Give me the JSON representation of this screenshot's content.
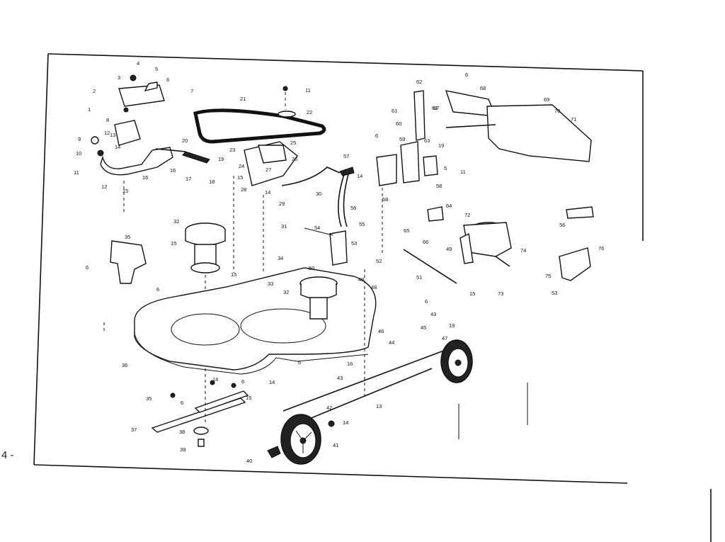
{
  "page_number": "4 -",
  "callouts": [
    {
      "id": "c1",
      "text": "1"
    },
    {
      "id": "c2",
      "text": "2"
    },
    {
      "id": "c3",
      "text": "3"
    },
    {
      "id": "c4",
      "text": "4"
    },
    {
      "id": "c5",
      "text": "5"
    },
    {
      "id": "c6a",
      "text": "6"
    },
    {
      "id": "c7",
      "text": "7"
    },
    {
      "id": "c8",
      "text": "8"
    },
    {
      "id": "c9",
      "text": "9"
    },
    {
      "id": "c10",
      "text": "10"
    },
    {
      "id": "c11a",
      "text": "11"
    },
    {
      "id": "c12a",
      "text": "12"
    },
    {
      "id": "c12b",
      "text": "12"
    },
    {
      "id": "c13",
      "text": "13"
    },
    {
      "id": "c14a",
      "text": "14"
    },
    {
      "id": "c15a",
      "text": "15"
    },
    {
      "id": "c16a",
      "text": "16"
    },
    {
      "id": "c16b",
      "text": "16"
    },
    {
      "id": "c17",
      "text": "17"
    },
    {
      "id": "c18",
      "text": "18"
    },
    {
      "id": "c19a",
      "text": "19"
    },
    {
      "id": "c20",
      "text": "20"
    },
    {
      "id": "c11b",
      "text": "11"
    },
    {
      "id": "c21",
      "text": "21"
    },
    {
      "id": "c22",
      "text": "22"
    },
    {
      "id": "c23",
      "text": "23"
    },
    {
      "id": "c24",
      "text": "24"
    },
    {
      "id": "c25",
      "text": "25"
    },
    {
      "id": "c26",
      "text": "26"
    },
    {
      "id": "c27",
      "text": "27"
    },
    {
      "id": "c28",
      "text": "28"
    },
    {
      "id": "c29",
      "text": "29"
    },
    {
      "id": "c30",
      "text": "30"
    },
    {
      "id": "c31",
      "text": "31"
    },
    {
      "id": "c15b",
      "text": "15"
    },
    {
      "id": "c14b",
      "text": "14"
    },
    {
      "id": "c61a",
      "text": "61"
    },
    {
      "id": "c62",
      "text": "62"
    },
    {
      "id": "c61b",
      "text": "61"
    },
    {
      "id": "c60",
      "text": "60"
    },
    {
      "id": "c6b",
      "text": "6"
    },
    {
      "id": "c59",
      "text": "59"
    },
    {
      "id": "c63",
      "text": "63"
    },
    {
      "id": "c19b",
      "text": "19"
    },
    {
      "id": "c57",
      "text": "57"
    },
    {
      "id": "c14c",
      "text": "14"
    },
    {
      "id": "c58a",
      "text": "58"
    },
    {
      "id": "c58b",
      "text": "58"
    },
    {
      "id": "c11c",
      "text": "11"
    },
    {
      "id": "c5b",
      "text": "5"
    },
    {
      "id": "c6c",
      "text": "6"
    },
    {
      "id": "c68",
      "text": "68"
    },
    {
      "id": "c67",
      "text": "67"
    },
    {
      "id": "c69",
      "text": "69"
    },
    {
      "id": "c70",
      "text": "70"
    },
    {
      "id": "c71",
      "text": "71"
    },
    {
      "id": "c32a",
      "text": "32"
    },
    {
      "id": "c35",
      "text": "35"
    },
    {
      "id": "c15c",
      "text": "15"
    },
    {
      "id": "c6d",
      "text": "6"
    },
    {
      "id": "c6e",
      "text": "6"
    },
    {
      "id": "c15d",
      "text": "15"
    },
    {
      "id": "c34",
      "text": "34"
    },
    {
      "id": "c33",
      "text": "33"
    },
    {
      "id": "c32b",
      "text": "32"
    },
    {
      "id": "c50",
      "text": "50"
    },
    {
      "id": "c54",
      "text": "54"
    },
    {
      "id": "c55",
      "text": "55"
    },
    {
      "id": "c56a",
      "text": "56"
    },
    {
      "id": "c53",
      "text": "53"
    },
    {
      "id": "c52",
      "text": "52"
    },
    {
      "id": "c49a",
      "text": "49"
    },
    {
      "id": "c48",
      "text": "48"
    },
    {
      "id": "c64",
      "text": "64"
    },
    {
      "id": "c65",
      "text": "65"
    },
    {
      "id": "c66",
      "text": "66"
    },
    {
      "id": "c72",
      "text": "72"
    },
    {
      "id": "c49b",
      "text": "49"
    },
    {
      "id": "c56b",
      "text": "56"
    },
    {
      "id": "c76",
      "text": "76"
    },
    {
      "id": "c74",
      "text": "74"
    },
    {
      "id": "c75",
      "text": "75"
    },
    {
      "id": "c73",
      "text": "73"
    },
    {
      "id": "c53b",
      "text": "53"
    },
    {
      "id": "c51",
      "text": "51"
    },
    {
      "id": "c15e",
      "text": "15"
    },
    {
      "id": "c36",
      "text": "36"
    },
    {
      "id": "c6f",
      "text": "6"
    },
    {
      "id": "c43a",
      "text": "43"
    },
    {
      "id": "c19c",
      "text": "19"
    },
    {
      "id": "c46a",
      "text": "46"
    },
    {
      "id": "c45",
      "text": "45"
    },
    {
      "id": "c44",
      "text": "44"
    },
    {
      "id": "c47",
      "text": "47"
    },
    {
      "id": "c6g",
      "text": "6"
    },
    {
      "id": "c16c",
      "text": "16"
    },
    {
      "id": "c43b",
      "text": "43"
    },
    {
      "id": "c14d",
      "text": "14"
    },
    {
      "id": "c6h",
      "text": "6"
    },
    {
      "id": "c14e",
      "text": "14"
    },
    {
      "id": "c35b",
      "text": "35"
    },
    {
      "id": "c6i",
      "text": "6"
    },
    {
      "id": "c15f",
      "text": "15"
    },
    {
      "id": "c37",
      "text": "37"
    },
    {
      "id": "c38",
      "text": "38"
    },
    {
      "id": "c39",
      "text": "39"
    },
    {
      "id": "c42",
      "text": "42"
    },
    {
      "id": "c13b",
      "text": "13"
    },
    {
      "id": "c14f",
      "text": "14"
    },
    {
      "id": "c41",
      "text": "41"
    },
    {
      "id": "c40",
      "text": "40"
    }
  ]
}
